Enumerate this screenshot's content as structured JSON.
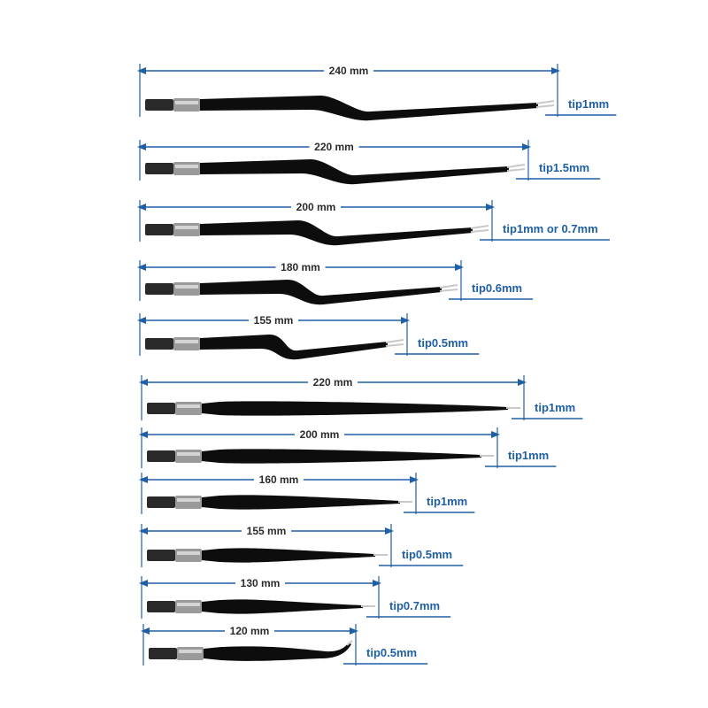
{
  "colors": {
    "background": "#ffffff",
    "dimension_line": "#1f5fa6",
    "dimension_text": "#2b2b2b",
    "tip_text": "#1f5fa6",
    "instrument": "#0d0d0d",
    "metal": "#9a9a9a",
    "tip_metal": "#c8c8c8"
  },
  "items": [
    {
      "length": "240 mm",
      "tip": "tip1mm",
      "style": "bayonet"
    },
    {
      "length": "220 mm",
      "tip": "tip1.5mm",
      "style": "bayonet"
    },
    {
      "length": "200 mm",
      "tip": "tip1mm or 0.7mm",
      "style": "bayonet"
    },
    {
      "length": "180 mm",
      "tip": "tip0.6mm",
      "style": "bayonet"
    },
    {
      "length": "155 mm",
      "tip": "tip0.5mm",
      "style": "bayonet"
    },
    {
      "length": "220 mm",
      "tip": "tip1mm",
      "style": "straight"
    },
    {
      "length": "200 mm",
      "tip": "tip1mm",
      "style": "straight"
    },
    {
      "length": "160 mm",
      "tip": "tip1mm",
      "style": "straight"
    },
    {
      "length": "155 mm",
      "tip": "tip0.5mm",
      "style": "straight"
    },
    {
      "length": "130 mm",
      "tip": "tip0.7mm",
      "style": "straight"
    },
    {
      "length": "120 mm",
      "tip": "tip0.5mm",
      "style": "curved"
    }
  ]
}
